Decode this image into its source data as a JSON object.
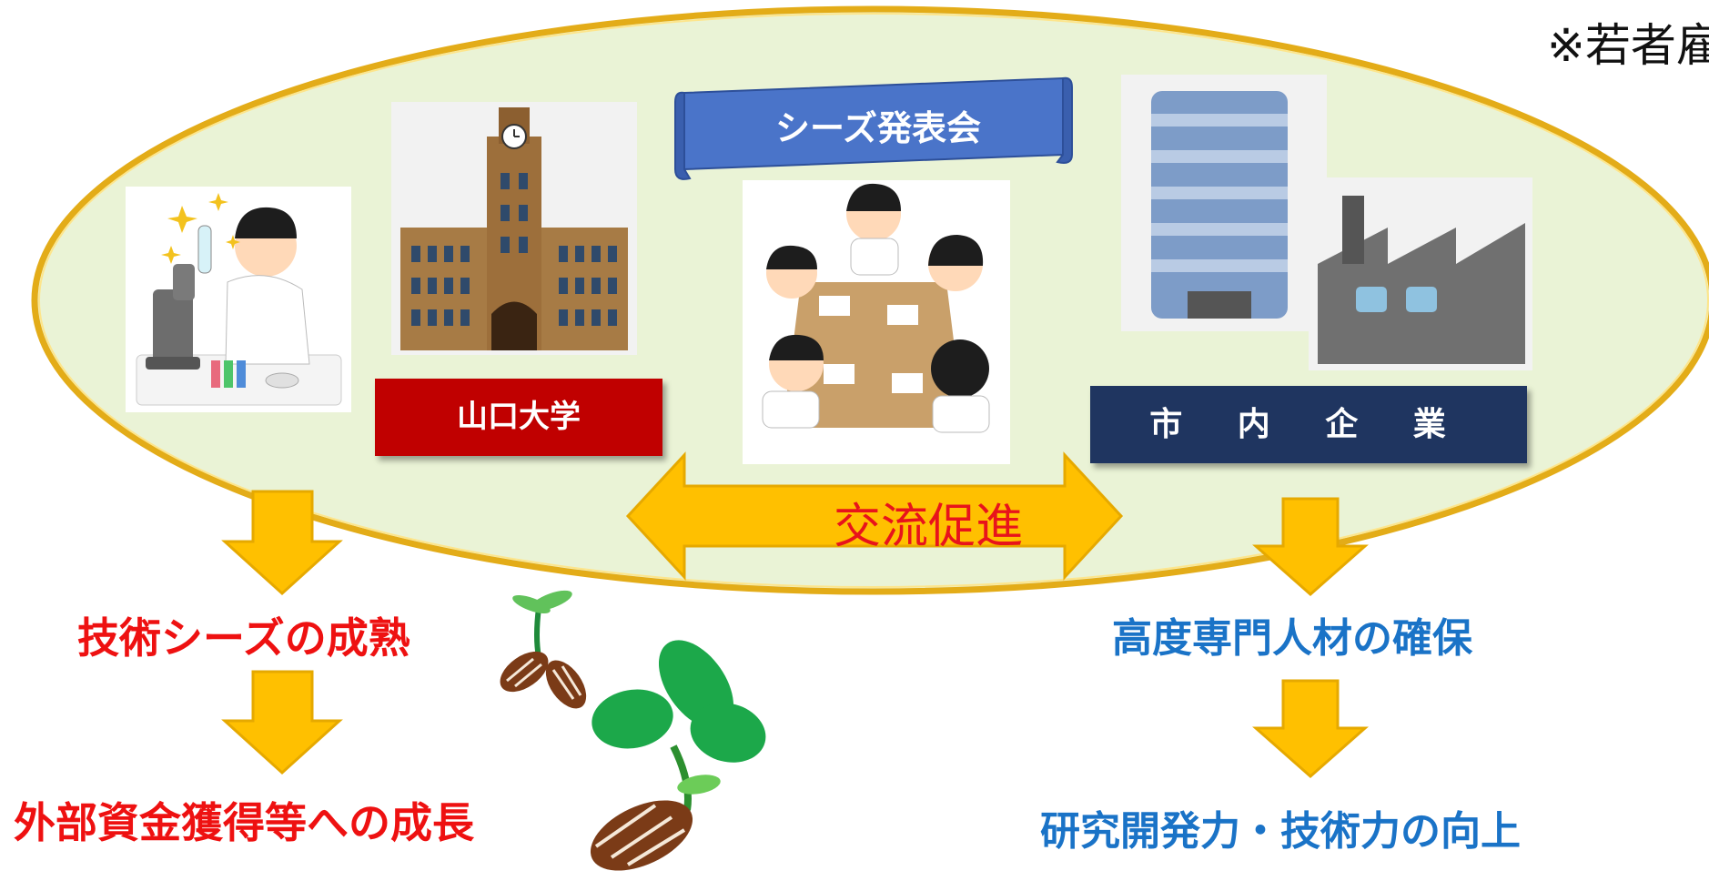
{
  "note": "※若者雇",
  "labels": {
    "university": "山口大学",
    "companies": "市 内 企 業",
    "seeds_meeting": "シーズ発表会",
    "exchange": "交流促進"
  },
  "outcomes": {
    "left_1": "技術シーズの成熟",
    "left_2": "外部資金獲得等への成長",
    "right_1": "高度専門人材の確保",
    "right_2": "研究開発力・技術力の向上"
  },
  "colors": {
    "ellipse_fill": "#eaf3d6",
    "ellipse_border": "#e6b21a",
    "university_label": "#c00000",
    "companies_label": "#1f3560",
    "banner": "#4a74c9",
    "arrow": "#ffc000",
    "exchange_text": "#e8131b",
    "left_outcome_text": "#ee1111",
    "right_outcome_text": "#1a73c7"
  },
  "icons": {
    "scientist": "scientist-illustration",
    "university": "university-building-illustration",
    "meeting": "meeting-illustration",
    "office": "office-building-illustration",
    "factory": "factory-illustration",
    "sprout_small": "sprout-seed-illustration",
    "sprout_large": "sprout-seed-illustration"
  }
}
